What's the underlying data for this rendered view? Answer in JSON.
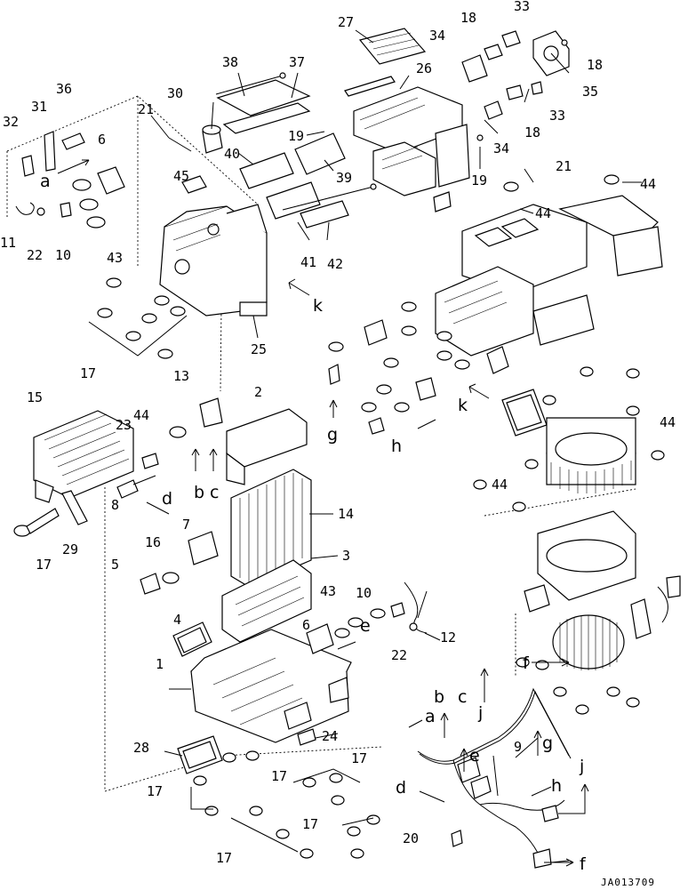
{
  "document_id": "JA013709",
  "callouts": {
    "c1": "1",
    "c2": "2",
    "c3": "3",
    "c4": "4",
    "c5": "5",
    "c6a": "6",
    "c6b": "6",
    "c7": "7",
    "c8": "8",
    "c9": "9",
    "c10a": "10",
    "c10b": "10",
    "c11": "11",
    "c12": "12",
    "c13": "13",
    "c14": "14",
    "c15": "15",
    "c16": "16",
    "c17a": "17",
    "c17b": "17",
    "c17c": "17",
    "c17d": "17",
    "c17e": "17",
    "c17f": "17",
    "c17g": "17",
    "c18a": "18",
    "c18b": "18",
    "c18c": "18",
    "c19a": "19",
    "c19b": "19",
    "c20": "20",
    "c21a": "21",
    "c21b": "21",
    "c22a": "22",
    "c22b": "22",
    "c23": "23",
    "c24": "24",
    "c25": "25",
    "c26": "26",
    "c27": "27",
    "c28": "28",
    "c29": "29",
    "c30": "30",
    "c31": "31",
    "c32": "32",
    "c33a": "33",
    "c33b": "33",
    "c34a": "34",
    "c34b": "34",
    "c35": "35",
    "c36": "36",
    "c37": "37",
    "c38": "38",
    "c39": "39",
    "c40": "40",
    "c41": "41",
    "c42": "42",
    "c43a": "43",
    "c43b": "43",
    "c44a": "44",
    "c44b": "44",
    "c44c": "44",
    "c44d": "44",
    "c44e": "44",
    "c45": "45"
  },
  "connectors": {
    "a1": "a",
    "a2": "a",
    "b1": "b",
    "b2": "b",
    "c1": "c",
    "c2": "c",
    "d1": "d",
    "d2": "d",
    "e1": "e",
    "e2": "e",
    "f1": "f",
    "f2": "f",
    "g1": "g",
    "g2": "g",
    "h1": "h",
    "h2": "h",
    "j1": "j",
    "j2": "j",
    "k1": "k",
    "k2": "k"
  }
}
